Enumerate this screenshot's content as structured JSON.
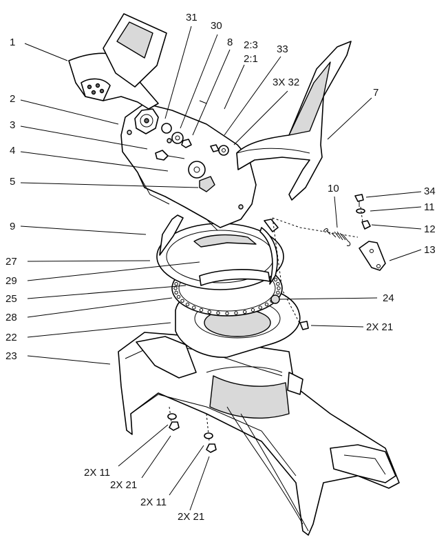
{
  "callouts": [
    {
      "id": "c1",
      "text": "1"
    },
    {
      "id": "c2",
      "text": "2"
    },
    {
      "id": "c3",
      "text": "3"
    },
    {
      "id": "c4",
      "text": "4"
    },
    {
      "id": "c5",
      "text": "5"
    },
    {
      "id": "c9",
      "text": "9"
    },
    {
      "id": "c27",
      "text": "27"
    },
    {
      "id": "c29",
      "text": "29"
    },
    {
      "id": "c25",
      "text": "25"
    },
    {
      "id": "c28",
      "text": "28"
    },
    {
      "id": "c22",
      "text": "22"
    },
    {
      "id": "c23",
      "text": "23"
    },
    {
      "id": "c31",
      "text": "31"
    },
    {
      "id": "c30",
      "text": "30"
    },
    {
      "id": "c8",
      "text": "8"
    },
    {
      "id": "c2_3",
      "text": "2:3"
    },
    {
      "id": "c2_1",
      "text": "2:1"
    },
    {
      "id": "c33",
      "text": "33"
    },
    {
      "id": "c3x32",
      "text": "3X 32"
    },
    {
      "id": "c7",
      "text": "7"
    },
    {
      "id": "c10",
      "text": "10"
    },
    {
      "id": "c34",
      "text": "34"
    },
    {
      "id": "c11",
      "text": "11"
    },
    {
      "id": "c12",
      "text": "12"
    },
    {
      "id": "c13",
      "text": "13"
    },
    {
      "id": "c24",
      "text": "24"
    },
    {
      "id": "c2x21a",
      "text": "2X 21"
    },
    {
      "id": "c2x11a",
      "text": "2X 11"
    },
    {
      "id": "c2x21b",
      "text": "2X 21"
    },
    {
      "id": "c2x11b",
      "text": "2X 11"
    },
    {
      "id": "c2x21c",
      "text": "2X 21"
    }
  ]
}
